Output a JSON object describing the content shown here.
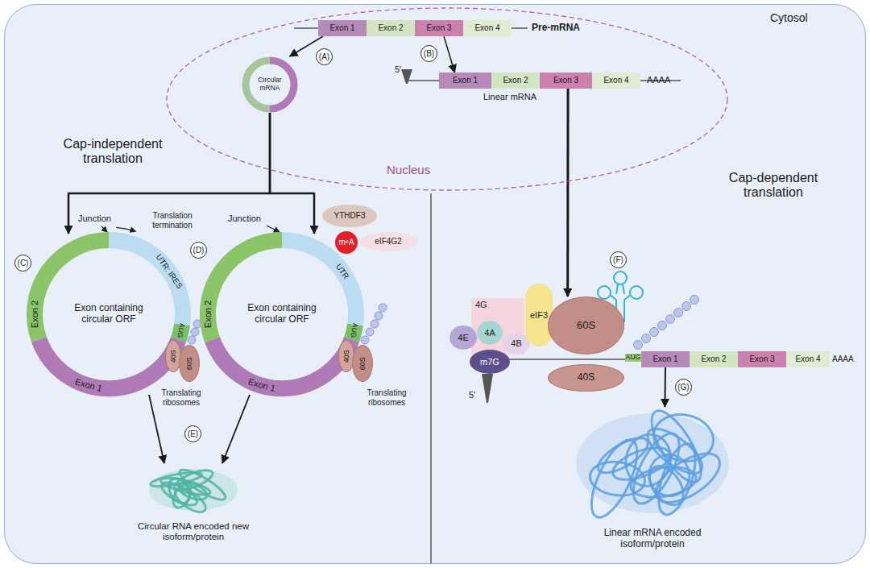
{
  "diagram": {
    "nodes": [
      {
        "text": [
          "Cytosol"
        ]
      },
      {
        "text": [
          "Nucleus"
        ],
        "in": 0
      },
      {
        "text": [
          "Exon 1"
        ],
        "in": 1
      },
      {
        "text": [
          "Exon 2"
        ],
        "in": 1
      },
      {
        "text": [
          "Exon 3"
        ],
        "in": 1
      },
      {
        "text": [
          "Exon 4"
        ],
        "in": 1
      },
      {
        "text": [
          "Circular mRNA"
        ],
        "in": 1
      },
      {
        "text": [
          "Exon 1"
        ],
        "in": 1
      },
      {
        "text": [
          "Exon 2"
        ],
        "in": 1
      },
      {
        "text": [
          "Exon 3"
        ],
        "in": 1
      },
      {
        "text": [
          "Exon 4"
        ],
        "in": 1
      },
      {
        "text": [
          "Exon containing circular ORF"
        ],
        "in": 0
      },
      {
        "text": [
          "40S"
        ],
        "in": 0
      },
      {
        "text": [
          "60S"
        ],
        "in": 0
      },
      {
        "text": [
          "Exon containing circular ORF"
        ],
        "in": 0
      },
      {
        "text": [
          "YTHDF3"
        ],
        "in": 0
      },
      {
        "text": [
          "eIF4G2"
        ],
        "in": 0
      },
      {
        "text": [
          "m⁶A"
        ],
        "in": 0
      },
      {
        "text": [
          "40S"
        ],
        "in": 0
      },
      {
        "text": [
          "60S"
        ],
        "in": 0
      },
      {
        "text": [
          "Circular RNA encoded new isoform/protein"
        ],
        "in": 0
      },
      {
        "text": [
          "4G"
        ],
        "in": 0
      },
      {
        "text": [
          "4A"
        ],
        "in": 0
      },
      {
        "text": [
          "4E"
        ],
        "in": 0
      },
      {
        "text": [
          "4B"
        ],
        "in": 0
      },
      {
        "text": [
          "eIF3"
        ],
        "in": 0
      },
      {
        "text": [
          "m7G"
        ],
        "in": 0
      },
      {
        "text": [
          "60S"
        ],
        "in": 0
      },
      {
        "text": [
          "40S"
        ],
        "in": 0
      },
      {
        "text": [
          "Exon 1"
        ],
        "in": 0
      },
      {
        "text": [
          "Exon 2"
        ],
        "in": 0
      },
      {
        "text": [
          "Exon 3"
        ],
        "in": 0
      },
      {
        "text": [
          "Exon 4"
        ],
        "in": 0
      },
      {
        "text": [
          "Linear mRNA encoded isoform/protein"
        ],
        "in": 0
      }
    ],
    "edges": [
      {
        "from": 2,
        "to": 6,
        "arrow": "to"
      },
      {
        "from": 4,
        "to": 7,
        "arrow": "to"
      },
      {
        "from": 6,
        "to": 11,
        "arrow": "to"
      },
      {
        "from": 6,
        "to": 14,
        "arrow": "to"
      },
      {
        "from": 11,
        "to": 20,
        "arrow": "to"
      },
      {
        "from": 14,
        "to": 20,
        "arrow": "to"
      },
      {
        "from": 9,
        "to": 27,
        "arrow": "to"
      },
      {
        "from": 29,
        "to": 33,
        "arrow": "to"
      }
    ],
    "labels": [
      "Pre-mRNA",
      "(A)",
      "(B)",
      "5'",
      "AAAA",
      "Linear mRNA",
      "Cap-independent translation",
      "Cap-dependent translation",
      "Junction",
      "Translation termination",
      "(C)",
      "UTR: IRES",
      "Exon 2",
      "Exon 1",
      "AUG",
      "Translating ribosomes",
      "(D)",
      "Junction",
      "UTR",
      "Exon 2",
      "Exon 1",
      "AUG",
      "Translating ribosomes",
      "(E)",
      "(F)",
      "5'",
      "AUG",
      "AAAA",
      "(G)"
    ]
  }
}
